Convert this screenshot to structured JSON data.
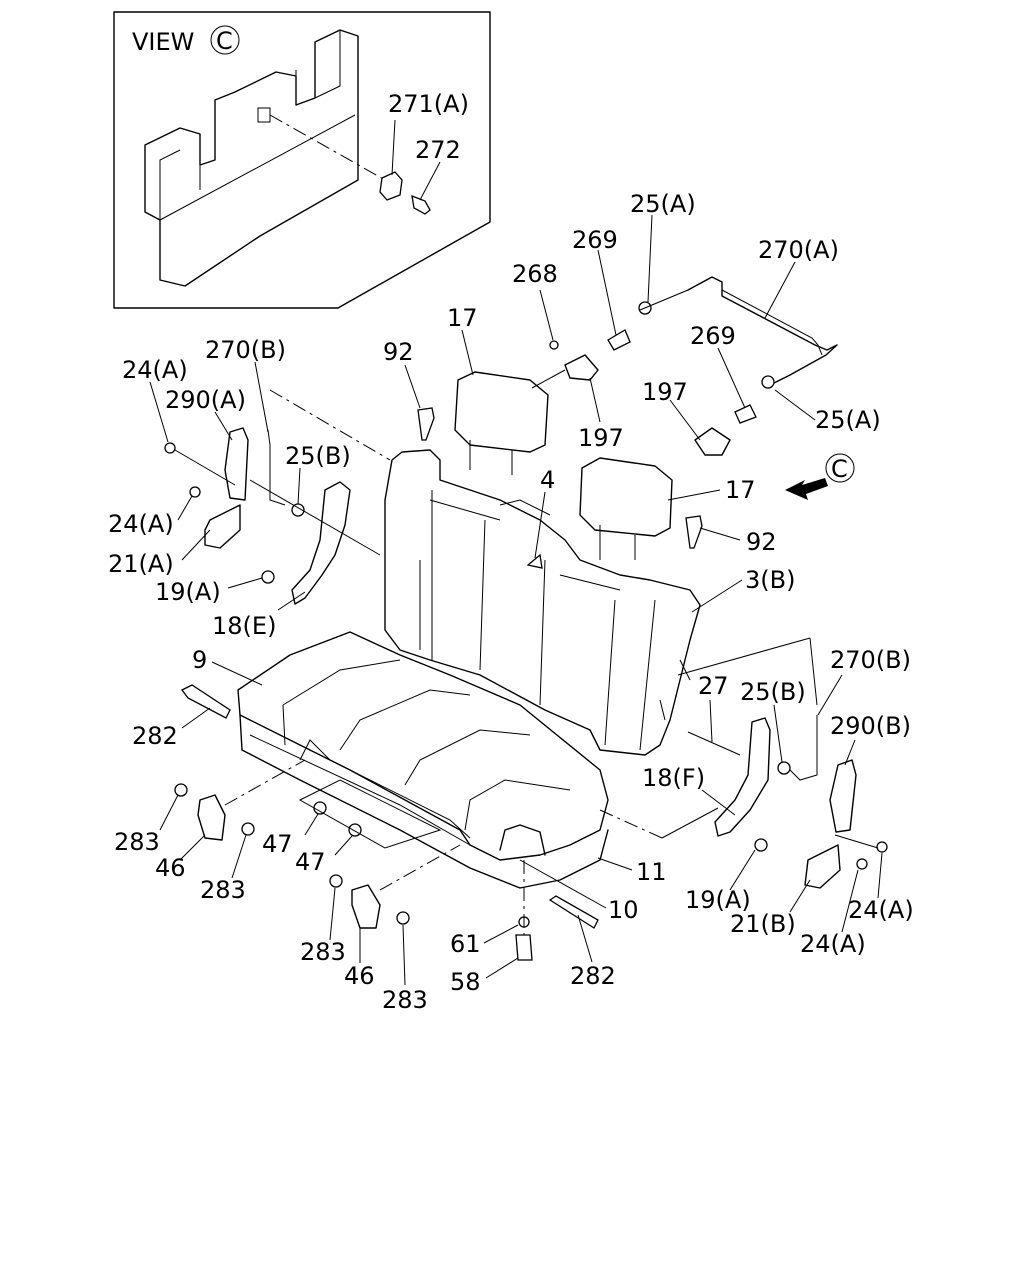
{
  "view_title": "VIEW",
  "view_symbol": "C",
  "view_arrow_symbol": "C",
  "callouts": [
    {
      "id": "c-271a",
      "text": "271(A)"
    },
    {
      "id": "c-272",
      "text": "272"
    },
    {
      "id": "c-25a-top",
      "text": "25(A)"
    },
    {
      "id": "c-270a",
      "text": "270(A)"
    },
    {
      "id": "c-269-top",
      "text": "269"
    },
    {
      "id": "c-268",
      "text": "268"
    },
    {
      "id": "c-269-mid",
      "text": "269"
    },
    {
      "id": "c-197-left",
      "text": "197"
    },
    {
      "id": "c-25a-right",
      "text": "25(A)"
    },
    {
      "id": "c-197-mid",
      "text": "197"
    },
    {
      "id": "c-17-top",
      "text": "17"
    },
    {
      "id": "c-92-top",
      "text": "92"
    },
    {
      "id": "c-270b-left",
      "text": "270(B)"
    },
    {
      "id": "c-24a-1",
      "text": "24(A)"
    },
    {
      "id": "c-290a",
      "text": "290(A)"
    },
    {
      "id": "c-25b-left",
      "text": "25(B)"
    },
    {
      "id": "c-4",
      "text": "4"
    },
    {
      "id": "c-17-right",
      "text": "17"
    },
    {
      "id": "c-24a-2",
      "text": "24(A)"
    },
    {
      "id": "c-92-right",
      "text": "92"
    },
    {
      "id": "c-21a",
      "text": "21(A)"
    },
    {
      "id": "c-3b",
      "text": "3(B)"
    },
    {
      "id": "c-19a-left",
      "text": "19(A)"
    },
    {
      "id": "c-18e",
      "text": "18(E)"
    },
    {
      "id": "c-9",
      "text": "9"
    },
    {
      "id": "c-270b-right",
      "text": "270(B)"
    },
    {
      "id": "c-27",
      "text": "27"
    },
    {
      "id": "c-25b-right",
      "text": "25(B)"
    },
    {
      "id": "c-290b",
      "text": "290(B)"
    },
    {
      "id": "c-282-left",
      "text": "282"
    },
    {
      "id": "c-18f",
      "text": "18(F)"
    },
    {
      "id": "c-283-1",
      "text": "283"
    },
    {
      "id": "c-47-1",
      "text": "47"
    },
    {
      "id": "c-46-1",
      "text": "46"
    },
    {
      "id": "c-47-2",
      "text": "47"
    },
    {
      "id": "c-11",
      "text": "11"
    },
    {
      "id": "c-283-2",
      "text": "283"
    },
    {
      "id": "c-19a-right",
      "text": "19(A)"
    },
    {
      "id": "c-10",
      "text": "10"
    },
    {
      "id": "c-24a-3",
      "text": "24(A)"
    },
    {
      "id": "c-21b",
      "text": "21(B)"
    },
    {
      "id": "c-24a-4",
      "text": "24(A)"
    },
    {
      "id": "c-283-3",
      "text": "283"
    },
    {
      "id": "c-61",
      "text": "61"
    },
    {
      "id": "c-46-2",
      "text": "46"
    },
    {
      "id": "c-58",
      "text": "58"
    },
    {
      "id": "c-282-right",
      "text": "282"
    },
    {
      "id": "c-283-4",
      "text": "283"
    }
  ]
}
